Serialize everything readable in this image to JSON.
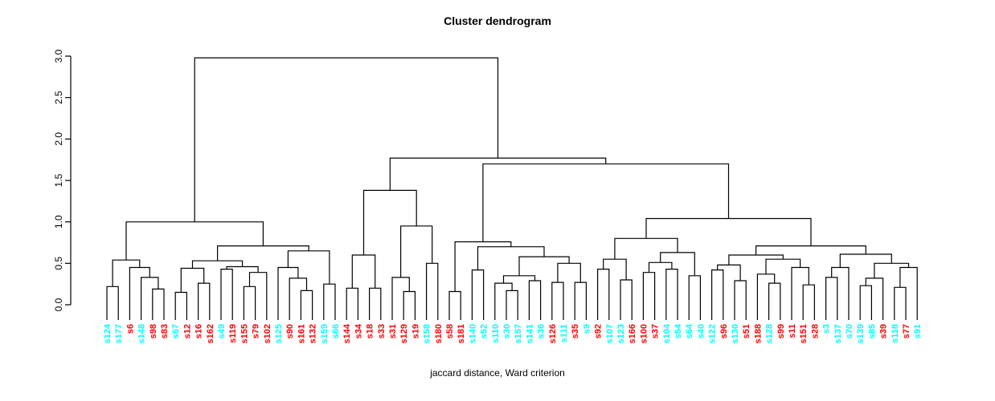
{
  "title": "Cluster dendrogram",
  "caption": "jaccard distance, Ward criterion",
  "axis": {
    "ticks": [
      0.0,
      0.5,
      1.0,
      1.5,
      2.0,
      2.5,
      3.0
    ],
    "tick_labels": [
      "0.0",
      "0.5",
      "1.0",
      "1.5",
      "2.0",
      "2.5",
      "3.0"
    ]
  },
  "colors": {
    "line": "#000000",
    "cluster_red": "#ff0000",
    "cluster_cyan": "#00ffff",
    "text": "#000000"
  },
  "chart_data": {
    "type": "dendrogram",
    "title": "Cluster dendrogram",
    "xlabel": "jaccard distance, Ward criterion",
    "ylabel": "",
    "ylim": [
      0,
      3
    ],
    "grid": false,
    "root_height": 2.98,
    "leaves": [
      "s124",
      "s177",
      "s6",
      "s148",
      "s98",
      "s83",
      "s67",
      "s12",
      "s16",
      "s162",
      "s49",
      "s119",
      "s155",
      "s79",
      "s102",
      "s125",
      "s90",
      "s161",
      "s132",
      "s159",
      "s66",
      "s144",
      "s34",
      "s18",
      "s33",
      "s31",
      "s129",
      "s19",
      "s158",
      "s180",
      "s58",
      "s181",
      "s140",
      "s52",
      "s110",
      "s30",
      "s157",
      "s141",
      "s36",
      "s126",
      "s111",
      "s35",
      "s9",
      "s92",
      "s107",
      "s123",
      "s166",
      "s100",
      "s37",
      "s104",
      "s54",
      "s64",
      "s40",
      "s122",
      "s96",
      "s130",
      "s51",
      "s188",
      "s128",
      "s99",
      "s11",
      "s151",
      "s28",
      "s3",
      "s137",
      "s70",
      "s139",
      "s85",
      "s39",
      "s118",
      "s77",
      "s91"
    ],
    "leaf_colors": [
      "c",
      "c",
      "r",
      "c",
      "r",
      "r",
      "c",
      "r",
      "r",
      "r",
      "c",
      "r",
      "r",
      "r",
      "r",
      "c",
      "r",
      "r",
      "r",
      "c",
      "c",
      "r",
      "r",
      "r",
      "r",
      "r",
      "r",
      "r",
      "c",
      "r",
      "r",
      "r",
      "c",
      "c",
      "c",
      "c",
      "c",
      "c",
      "c",
      "r",
      "c",
      "r",
      "c",
      "r",
      "c",
      "c",
      "r",
      "r",
      "r",
      "c",
      "c",
      "c",
      "c",
      "c",
      "r",
      "c",
      "r",
      "r",
      "c",
      "r",
      "r",
      "r",
      "r",
      "c",
      "c",
      "c",
      "c",
      "c",
      "r",
      "c",
      "r",
      "c"
    ],
    "tree": [
      2.98,
      [
        1.0,
        [
          0.54,
          [
            0.22,
            "s124",
            "s177"
          ],
          [
            0.45,
            "s6",
            [
              0.33,
              "s148",
              [
                0.19,
                "s98",
                "s83"
              ]
            ]
          ]
        ],
        [
          0.71,
          [
            0.53,
            [
              0.44,
              [
                0.15,
                "s67",
                "s12"
              ],
              [
                0.26,
                "s16",
                "s162"
              ]
            ],
            [
              0.46,
              [
                0.43,
                "s49",
                "s119"
              ],
              [
                0.39,
                [
                  0.22,
                  "s155",
                  "s79"
                ],
                "s102"
              ]
            ]
          ],
          [
            0.65,
            [
              0.45,
              "s125",
              [
                0.32,
                "s90",
                [
                  0.17,
                  "s161",
                  "s132"
                ]
              ]
            ],
            [
              0.25,
              "s159",
              "s66"
            ]
          ]
        ]
      ],
      [
        1.77,
        [
          1.38,
          [
            0.6,
            [
              0.2,
              "s144",
              "s34"
            ],
            [
              0.2,
              "s18",
              "s33"
            ]
          ],
          [
            0.95,
            [
              0.33,
              "s31",
              [
                0.16,
                "s129",
                "s19"
              ]
            ],
            [
              0.5,
              "s158",
              "s180"
            ]
          ]
        ],
        [
          1.7,
          [
            0.76,
            [
              0.16,
              "s58",
              "s181"
            ],
            [
              0.7,
              [
                0.42,
                "s140",
                "s52"
              ],
              [
                0.58,
                [
                  0.35,
                  [
                    0.26,
                    "s110",
                    [
                      0.17,
                      "s30",
                      "s157"
                    ]
                  ],
                  [
                    0.29,
                    "s141",
                    "s36"
                  ]
                ],
                [
                  0.5,
                  [
                    0.27,
                    "s126",
                    "s111"
                  ],
                  [
                    0.27,
                    "s35",
                    "s9"
                  ]
                ]
              ]
            ]
          ],
          [
            1.04,
            [
              0.8,
              [
                0.55,
                [
                  0.43,
                  "s92",
                  "s107"
                ],
                [
                  0.3,
                  "s123",
                  "s166"
                ]
              ],
              [
                0.63,
                [
                  0.51,
                  [
                    0.39,
                    "s100",
                    "s37"
                  ],
                  [
                    0.43,
                    "s104",
                    "s54"
                  ]
                ],
                [
                  0.35,
                  "s64",
                  "s40"
                ]
              ]
            ],
            [
              0.71,
              [
                0.6,
                [
                  0.48,
                  [
                    0.42,
                    "s122",
                    "s96"
                  ],
                  [
                    0.29,
                    "s130",
                    "s51"
                  ]
                ],
                [
                  0.55,
                  [
                    0.37,
                    "s188",
                    [
                      0.26,
                      "s128",
                      "s99"
                    ]
                  ],
                  [
                    0.45,
                    "s11",
                    [
                      0.24,
                      "s151",
                      "s28"
                    ]
                  ]
                ]
              ],
              [
                0.61,
                [
                  0.45,
                  [
                    0.33,
                    "s3",
                    "s137"
                  ],
                  "s70"
                ],
                [
                  0.5,
                  [
                    0.32,
                    [
                      0.23,
                      "s139",
                      "s85"
                    ],
                    "s39"
                  ],
                  [
                    0.45,
                    [
                      0.21,
                      "s118",
                      "s77"
                    ],
                    "s91"
                  ]
                ]
              ]
            ]
          ]
        ]
      ]
    ]
  }
}
